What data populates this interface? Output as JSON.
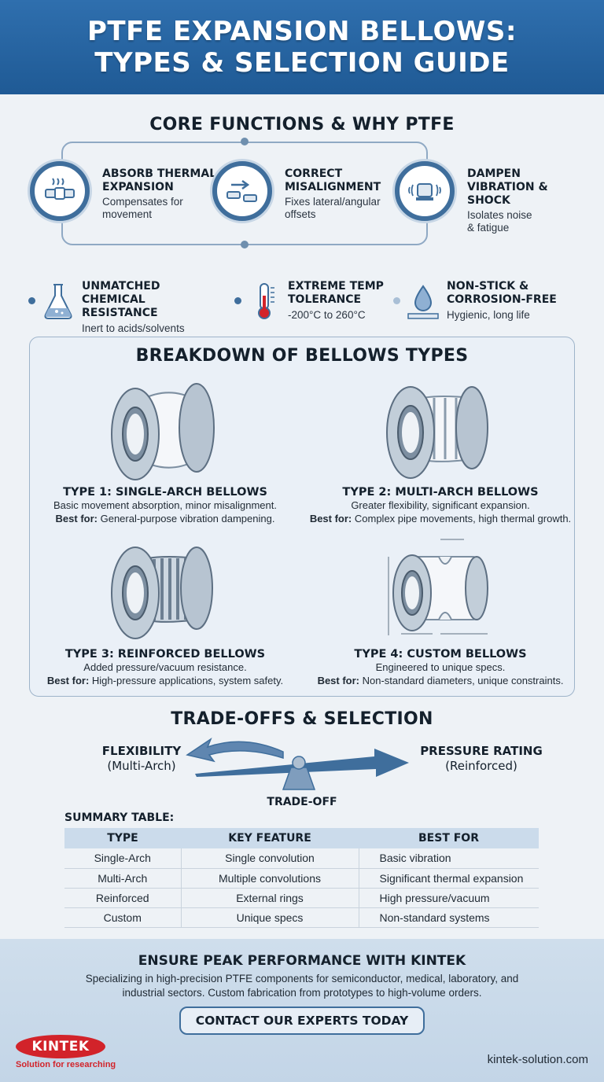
{
  "header": {
    "title_line1": "PTFE EXPANSION BELLOWS:",
    "title_line2": "TYPES & SELECTION GUIDE"
  },
  "core": {
    "title": "CORE FUNCTIONS & WHY PTFE",
    "items": [
      {
        "title1": "ABSORB THERMAL",
        "title2": "EXPANSION",
        "sub1": "Compensates for",
        "sub2": "movement",
        "icon": "thermal-pipe-icon"
      },
      {
        "title1": "CORRECT",
        "title2": "MISALIGNMENT",
        "sub1": "Fixes lateral/angular",
        "sub2": "offsets",
        "icon": "misalignment-icon"
      },
      {
        "title1": "DAMPEN",
        "title2": "VIBRATION & SHOCK",
        "sub1": "Isolates noise",
        "sub2": "& fatigue",
        "icon": "vibration-motor-icon"
      }
    ]
  },
  "properties": [
    {
      "title1": "UNMATCHED",
      "title2": "CHEMICAL RESISTANCE",
      "sub": "Inert to acids/solvents",
      "icon": "flask-icon"
    },
    {
      "title1": "EXTREME TEMP",
      "title2": "TOLERANCE",
      "sub": "-200°C to 260°C",
      "icon": "thermometer-icon"
    },
    {
      "title1": "NON-STICK &",
      "title2": "CORROSION-FREE",
      "sub": "Hygienic, long life",
      "icon": "droplet-icon"
    }
  ],
  "types": {
    "title": "BREAKDOWN OF BELLOWS TYPES",
    "best_label": "Best for:",
    "items": [
      {
        "title": "TYPE 1: SINGLE-ARCH BELLOWS",
        "desc": "Basic movement absorption, minor misalignment.",
        "best": " General-purpose vibration dampening."
      },
      {
        "title": "TYPE 2: MULTI-ARCH BELLOWS",
        "desc": "Greater flexibility, significant expansion.",
        "best": " Complex pipe movements, high thermal growth."
      },
      {
        "title": "TYPE 3: REINFORCED BELLOWS",
        "desc": "Added pressure/vacuum resistance.",
        "best": " High-pressure applications, system safety."
      },
      {
        "title": "TYPE 4: CUSTOM BELLOWS",
        "desc": "Engineered to unique specs.",
        "best": " Non-standard diameters, unique constraints."
      }
    ]
  },
  "tradeoff": {
    "title": "TRADE-OFFS & SELECTION",
    "left_a": "FLEXIBILITY",
    "left_b": "(Multi-Arch)",
    "right_a": "PRESSURE RATING",
    "right_b": "(Reinforced)",
    "center": "TRADE-OFF"
  },
  "summary": {
    "label": "SUMMARY TABLE:",
    "headers": [
      "TYPE",
      "KEY FEATURE",
      "BEST FOR"
    ],
    "rows": [
      [
        "Single-Arch",
        "Single convolution",
        "Basic vibration"
      ],
      [
        "Multi-Arch",
        "Multiple convolutions",
        "Significant thermal expansion"
      ],
      [
        "Reinforced",
        "External rings",
        "High pressure/vacuum"
      ],
      [
        "Custom",
        "Unique specs",
        "Non-standard systems"
      ]
    ]
  },
  "footer": {
    "title": "ENSURE PEAK PERFORMANCE WITH KINTEK",
    "desc": "Specializing in high-precision PTFE components for semiconductor, medical, laboratory, and industrial sectors. Custom fabrication from prototypes to high-volume orders.",
    "cta": "CONTACT OUR EXPERTS TODAY",
    "logo": "KINTEK",
    "tagline": "Solution for researching",
    "site": "kintek-solution.com"
  },
  "colors": {
    "header_blue": "#2f6fae",
    "accent": "#3f6e9c",
    "logo_red": "#d2232a"
  }
}
